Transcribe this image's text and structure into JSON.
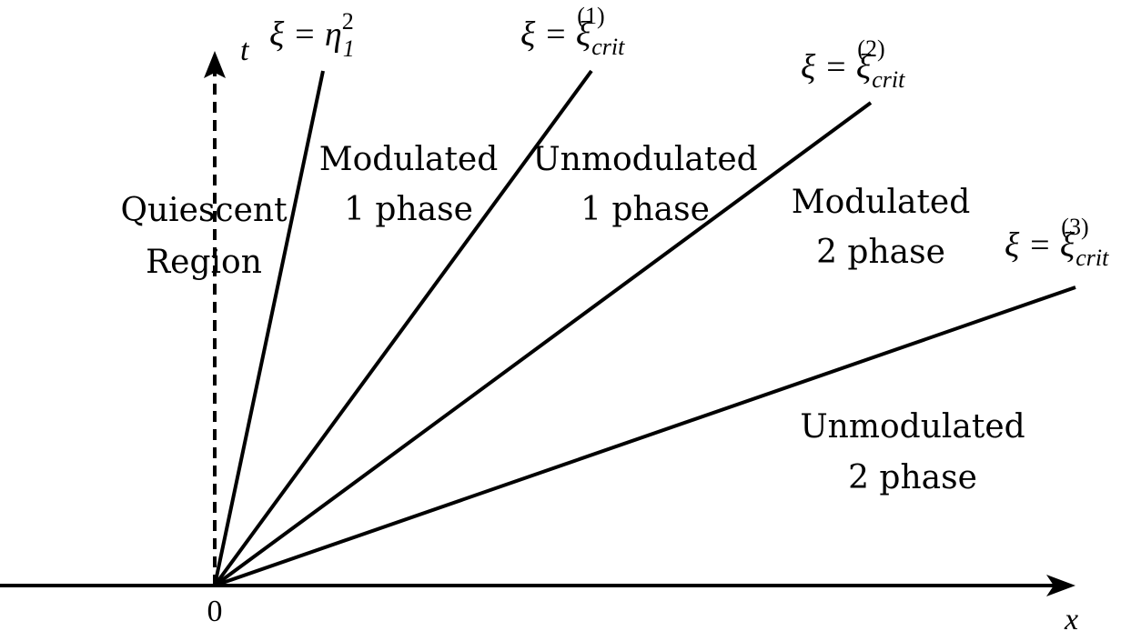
{
  "axes": {
    "t_label": "t",
    "x_label": "x",
    "origin_label": "0"
  },
  "rays": [
    {
      "id": "ray-eta",
      "label_base": "ξ = η",
      "label_sub": "1",
      "label_sup": "2"
    },
    {
      "id": "ray-crit1",
      "label_base": "ξ = ξ",
      "label_sub": "crit",
      "label_sup": "(1)"
    },
    {
      "id": "ray-crit2",
      "label_base": "ξ = ξ",
      "label_sub": "crit",
      "label_sup": "(2)"
    },
    {
      "id": "ray-crit3",
      "label_base": "ξ = ξ",
      "label_sub": "crit",
      "label_sup": "(3)"
    }
  ],
  "regions": [
    {
      "id": "quiescent",
      "line1": "Quiescent",
      "line2": "Region"
    },
    {
      "id": "modulated-1",
      "line1": "Modulated",
      "line2": "1 phase"
    },
    {
      "id": "unmodulated-1",
      "line1": "Unmodulated",
      "line2": "1 phase"
    },
    {
      "id": "modulated-2",
      "line1": "Modulated",
      "line2": "2 phase"
    },
    {
      "id": "unmodulated-2",
      "line1": "Unmodulated",
      "line2": "2 phase"
    }
  ]
}
